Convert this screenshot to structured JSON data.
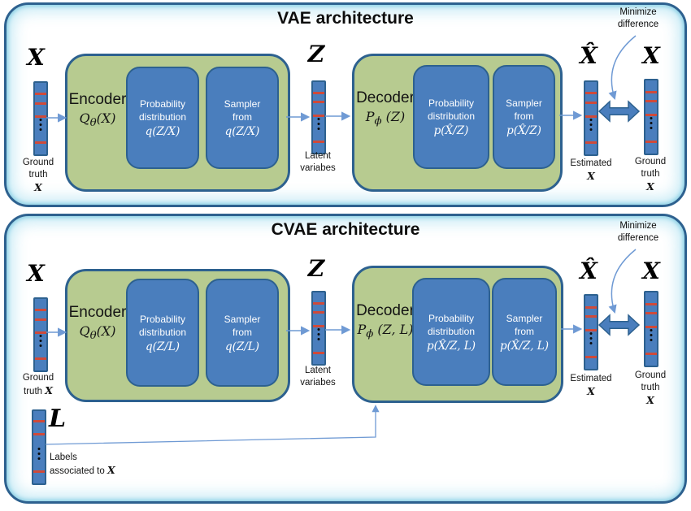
{
  "colors": {
    "outer_border": "#2d618f",
    "inner_glow": "#9fdcec",
    "module_green": "#b7cb90",
    "box_blue": "#4a7ebd",
    "bar_stripe_red": "#cf4a3a",
    "arrow_blue": "#6f9ad4"
  },
  "vae": {
    "title": "VAE architecture",
    "minimize": {
      "line1": "Minimize",
      "line2": "difference"
    },
    "input": {
      "symbol": "X",
      "cap1": "Ground",
      "cap2": "truth",
      "cap_sym": "X"
    },
    "encoder": {
      "name": "Encoder",
      "formula_html": "Q<sub>θ</sub>(X)"
    },
    "enc_prob": {
      "l1": "Probability",
      "l2": "distribution",
      "formula_html": "q(Z/X)"
    },
    "enc_sampler": {
      "l1": "Sampler",
      "l2": "from",
      "formula_html": "q(Z/X)"
    },
    "latent": {
      "symbol": "Z",
      "cap1": "Latent",
      "cap2": "variabes"
    },
    "decoder": {
      "name": "Decoder",
      "formula_html": "P<sub>ϕ</sub> (Z)"
    },
    "dec_prob": {
      "l1": "Probability",
      "l2": "distribution",
      "formula_html": "p(X̂/Z)"
    },
    "dec_sampler": {
      "l1": "Sampler",
      "l2": "from",
      "formula_html": "p(X̂/Z)"
    },
    "estimated": {
      "symbol": "X̂",
      "cap1": "Estimated",
      "cap_sym": "X"
    },
    "truth": {
      "symbol": "X",
      "cap1": "Ground",
      "cap2": "truth",
      "cap_sym": "X"
    }
  },
  "cvae": {
    "title": "CVAE architecture",
    "minimize": {
      "line1": "Minimize",
      "line2": "difference"
    },
    "input": {
      "symbol": "X",
      "cap1": "Ground",
      "cap2": "truth",
      "cap_sym": "X"
    },
    "encoder": {
      "name": "Encoder",
      "formula_html": "Q<sub>θ</sub>(X)"
    },
    "enc_prob": {
      "l1": "Probability",
      "l2": "distribution",
      "formula_html": "q(Z/L)"
    },
    "enc_sampler": {
      "l1": "Sampler",
      "l2": "from",
      "formula_html": "q(Z/L)"
    },
    "latent": {
      "symbol": "Z",
      "cap1": "Latent",
      "cap2": "variabes"
    },
    "decoder": {
      "name": "Decoder",
      "formula_html": "P<sub>ϕ</sub> (Z, L)"
    },
    "dec_prob": {
      "l1": "Probability",
      "l2": "distribution",
      "formula_html": "p(X̂/Z, L)"
    },
    "dec_sampler": {
      "l1": "Sampler",
      "l2": "from",
      "formula_html": "p(X̂/Z, L)"
    },
    "estimated": {
      "symbol": "X̂",
      "cap1": "Estimated",
      "cap_sym": "X"
    },
    "truth": {
      "symbol": "X",
      "cap1": "Ground",
      "cap2": "truth",
      "cap_sym": "X"
    },
    "labels": {
      "symbol": "L",
      "cap1": "Labels",
      "cap2": "associated to",
      "cap_sym": "X"
    }
  }
}
